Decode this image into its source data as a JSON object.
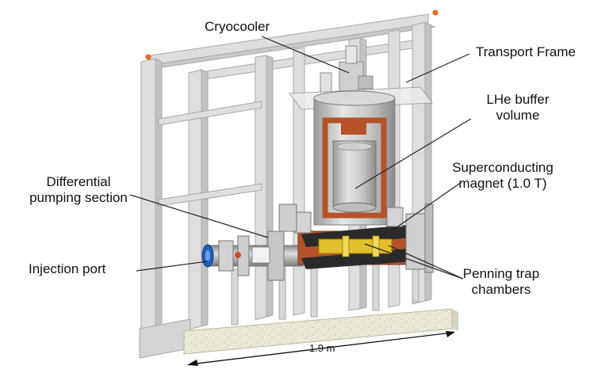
{
  "labels": {
    "cryocooler": "Cryocooler",
    "transport_frame": "Transport Frame",
    "lhe_buffer_line1": "LHe buffer",
    "lhe_buffer_line2": "volume",
    "differential_line1": "Differential",
    "differential_line2": "pumping section",
    "superconducting_line1": "Superconducting",
    "superconducting_line2": "magnet (1.0 T)",
    "injection_port": "Injection port",
    "penning_line1": "Penning trap",
    "penning_line2": "chambers"
  },
  "dimension": "1.9 m",
  "colors": {
    "frame": "#dcdcdc",
    "frame_edge": "#a8a8a8",
    "copper": "#b5522a",
    "magnet": "#2a2a2a",
    "trap": "#e2c02a",
    "port": "#1f5fbf",
    "base": "#e9e6d6"
  }
}
